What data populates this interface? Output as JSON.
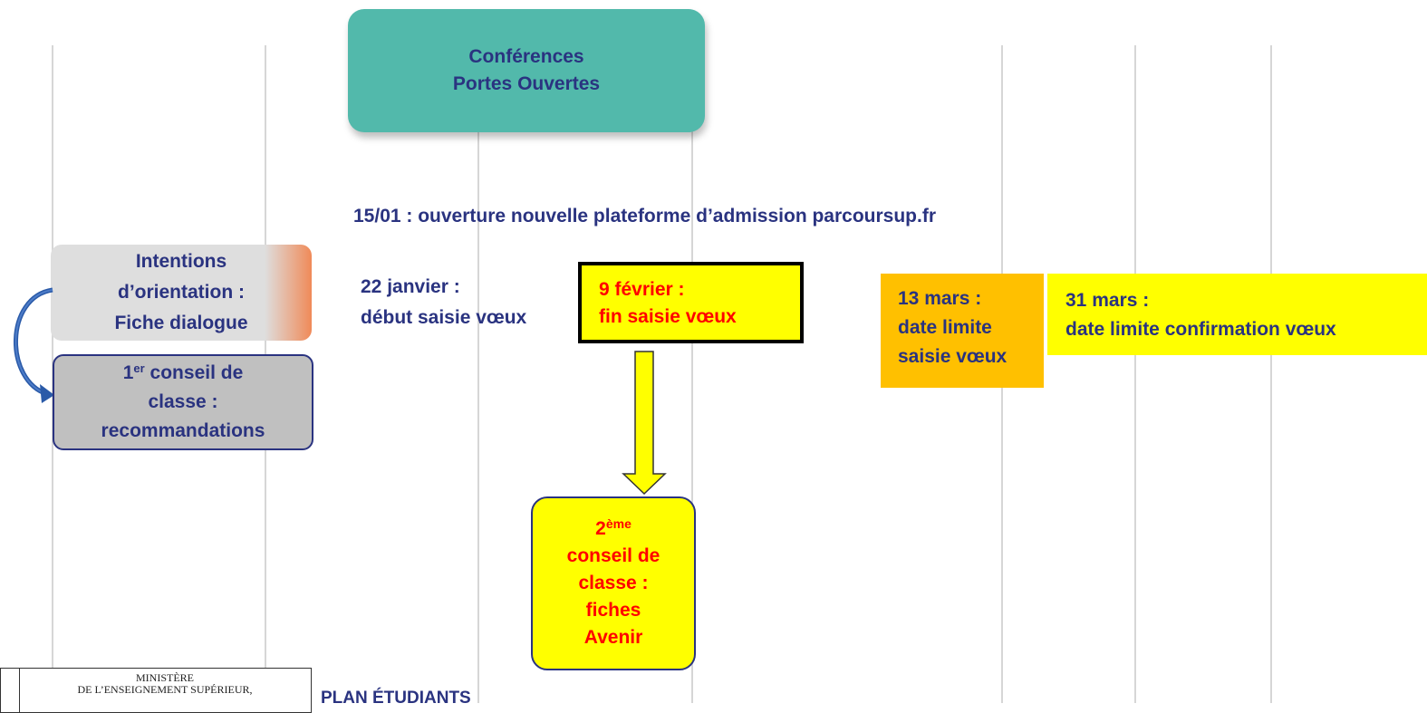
{
  "conferences": {
    "line1": "Conférences",
    "line2": "Portes Ouvertes"
  },
  "launch": {
    "text": "15/01 : ouverture nouvelle plateforme d’admission parcoursup.fr"
  },
  "intentions": {
    "line1": "Intentions",
    "line2": "d’orientation :",
    "line3": "Fiche dialogue"
  },
  "conseil1": {
    "ordinal": "1",
    "suffix": "er",
    "line1_rest": " conseil de",
    "line2": "classe :",
    "line3": "recommandations"
  },
  "jan22": {
    "line1": "22 janvier :",
    "line2": "début saisie vœux"
  },
  "feb9": {
    "line1": "9 février :",
    "line2": "fin saisie vœux"
  },
  "conseil2": {
    "ordinal": "2",
    "suffix": "ème",
    "line2": "conseil de",
    "line3": "classe :",
    "line4": "fiches",
    "line5": "Avenir"
  },
  "mar13": {
    "line1": "13 mars :",
    "line2": "date limite",
    "line3": "saisie vœux"
  },
  "mar31": {
    "line1": "31 mars :",
    "line2": "date limite confirmation vœux"
  },
  "footer": {
    "ministry_line1": "MINISTÈRE",
    "ministry_line2": "DE L’ENSEIGNEMENT SUPÉRIEUR,",
    "plan": "PLAN ÉTUDIANTS"
  },
  "colors": {
    "navy_text": "#2a3380",
    "red_text": "#ff0000",
    "teal": "#52b9ab",
    "yellow": "#ffff00",
    "orange": "#ffc000",
    "grey": "#c0c0c0",
    "gradient_end": "#f08a58"
  }
}
